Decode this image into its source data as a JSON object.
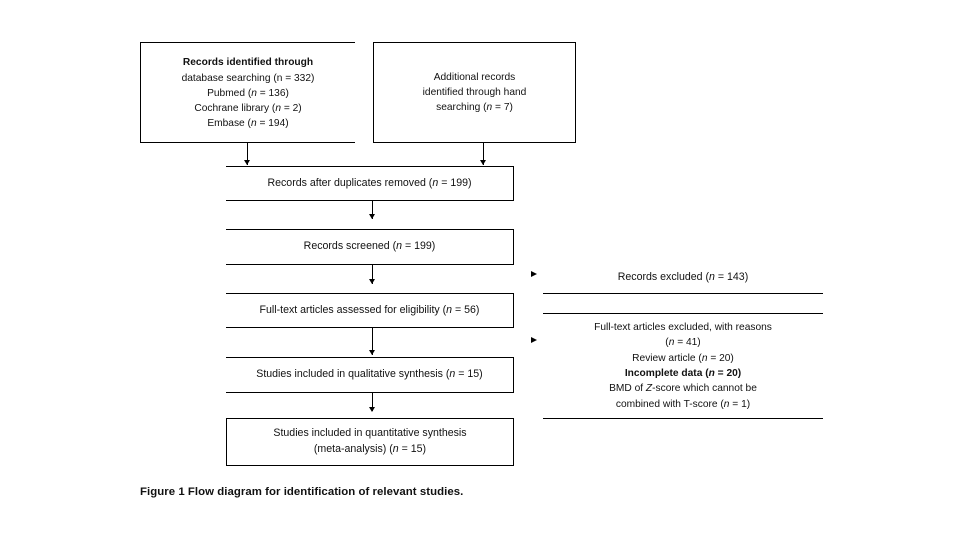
{
  "figure": {
    "caption": "Figure 1  Flow diagram for identification of relevant studies.",
    "background_color": "#ffffff",
    "line_color": "#000000",
    "text_color": "#111111"
  },
  "boxes": {
    "identification_database": {
      "lines": [
        {
          "text": "Records identified through",
          "bold": true
        },
        {
          "text": "database searching (n = 332)",
          "bold": false
        },
        {
          "text": "Pubmed (n = 136)",
          "bold": false
        },
        {
          "text": "Cochrane library (n = 2)",
          "bold": false
        },
        {
          "text": "Embase (n = 194)",
          "bold": false
        }
      ],
      "heading": "Records identified through",
      "l2_pre": "database searching (",
      "l2_var": "n",
      "l2_post": " = 332)",
      "l3_pre": "Pubmed (",
      "l3_var": "n",
      "l3_post": " = 136)",
      "l4_pre": "Cochrane library (",
      "l4_var": "n",
      "l4_post": " = 2)",
      "l5_pre": "Embase (",
      "l5_var": "n",
      "l5_post": " = 194)"
    },
    "identification_hand": {
      "l1": "Additional records",
      "l2": "identified through hand",
      "l3_pre": "searching (",
      "l3_var": "n",
      "l3_post": " = 7)"
    },
    "duplicates_removed": {
      "pre": "Records after duplicates removed (",
      "var": "n",
      "post": " = 199)"
    },
    "records_screened": {
      "pre": "Records screened (",
      "var": "n",
      "post": " = 199)"
    },
    "fulltext_assessed": {
      "pre": "Full-text articles assessed for eligibility (",
      "var": "n",
      "post": " = 56)"
    },
    "qualitative_synthesis": {
      "pre": "Studies included in qualitative synthesis (",
      "var": "n",
      "post": " = 15)"
    },
    "quantitative_synthesis": {
      "l1": "Studies included in quantitative synthesis",
      "l2_pre": "(meta-analysis) (",
      "l2_var": "n",
      "l2_post": " = 15)"
    },
    "records_excluded": {
      "pre": "Records excluded (",
      "var": "n",
      "post": " = 143)"
    },
    "fulltext_excluded": {
      "l1": "Full-text articles excluded, with reasons",
      "l2_pre": "(",
      "l2_var": "n",
      "l2_post": " = 41)",
      "l3_pre": "Review article (",
      "l3_var": "n",
      "l3_post": " = 20)",
      "l4_pre": "Incomplete data (",
      "l4_var": "n",
      "l4_post": " = 20)",
      "l5_a": "BMD of ",
      "l5_var": "Z",
      "l5_b": "-score which cannot be",
      "l6_pre": "combined with T-score (",
      "l6_var": "n",
      "l6_post": " = 1)"
    }
  },
  "chart_data": {
    "type": "diagram",
    "title": "Figure 1  Flow diagram for identification of relevant studies.",
    "diagram_kind": "PRISMA flow diagram",
    "nodes": [
      {
        "id": "db_search",
        "label": "Records identified through database searching",
        "n": 332,
        "children_counts": {
          "Pubmed": 136,
          "Cochrane library": 2,
          "Embase": 194
        }
      },
      {
        "id": "hand_search",
        "label": "Additional records identified through hand searching",
        "n": 7
      },
      {
        "id": "dedup",
        "label": "Records after duplicates removed",
        "n": 199
      },
      {
        "id": "screened",
        "label": "Records screened",
        "n": 199
      },
      {
        "id": "excluded",
        "label": "Records excluded",
        "n": 143
      },
      {
        "id": "assessed",
        "label": "Full-text articles assessed for eligibility",
        "n": 56
      },
      {
        "id": "ft_excluded",
        "label": "Full-text articles excluded, with reasons",
        "n": 41,
        "reasons": [
          {
            "label": "Review article",
            "n": 20
          },
          {
            "label": "Incomplete data",
            "n": 20
          },
          {
            "label": "BMD of Z-score which cannot be combined with T-score",
            "n": 1
          }
        ]
      },
      {
        "id": "qualitative",
        "label": "Studies included in qualitative synthesis",
        "n": 15
      },
      {
        "id": "quantitative",
        "label": "Studies included in quantitative synthesis (meta-analysis)",
        "n": 15
      }
    ],
    "edges": [
      {
        "from": "db_search",
        "to": "dedup",
        "direction": "down"
      },
      {
        "from": "hand_search",
        "to": "dedup",
        "direction": "down"
      },
      {
        "from": "dedup",
        "to": "screened",
        "direction": "down"
      },
      {
        "from": "screened",
        "to": "assessed",
        "direction": "down"
      },
      {
        "from": "screened",
        "to": "excluded",
        "direction": "right"
      },
      {
        "from": "assessed",
        "to": "qualitative",
        "direction": "down"
      },
      {
        "from": "assessed",
        "to": "ft_excluded",
        "direction": "right"
      },
      {
        "from": "qualitative",
        "to": "quantitative",
        "direction": "down"
      }
    ]
  }
}
